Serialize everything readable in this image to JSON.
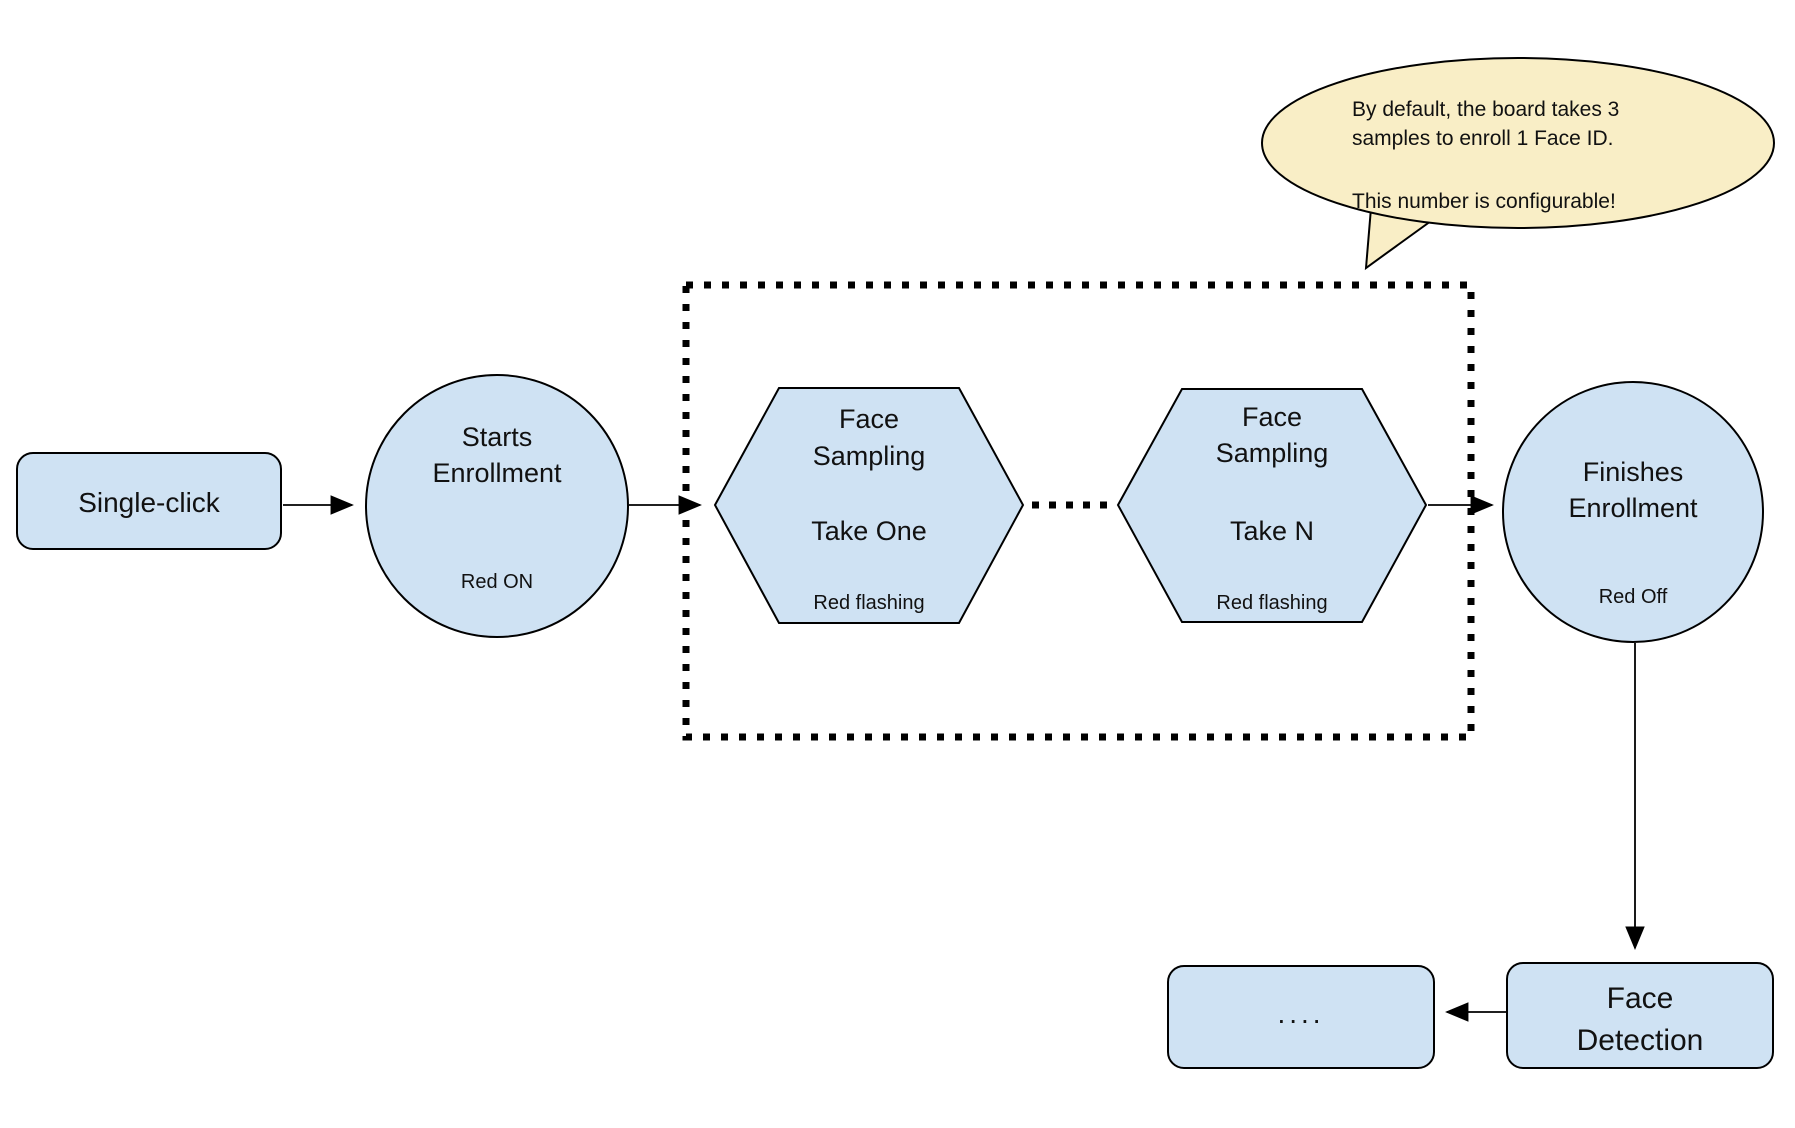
{
  "diagram": {
    "callout": {
      "line1": "By default, the board takes 3",
      "line2": "samples to enroll 1 Face ID.",
      "line3": "This number is configurable!"
    },
    "single_click": {
      "label": "Single-click"
    },
    "starts_enrollment": {
      "line1": "Starts",
      "line2": "Enrollment",
      "status": "Red ON"
    },
    "face_sampling_one": {
      "line1": "Face",
      "line2": "Sampling",
      "line3": "Take One",
      "status": "Red flashing"
    },
    "face_sampling_n": {
      "line1": "Face",
      "line2": "Sampling",
      "line3": "Take N",
      "status": "Red flashing"
    },
    "finishes_enrollment": {
      "line1": "Finishes",
      "line2": "Enrollment",
      "status": "Red Off"
    },
    "face_detection": {
      "line1": "Face",
      "line2": "Detection"
    },
    "continuation": {
      "label": "...."
    }
  },
  "colors": {
    "node_fill": "#cfe2f3",
    "bubble_fill": "#f9eec6",
    "stroke": "#000000",
    "background": "#ffffff"
  }
}
